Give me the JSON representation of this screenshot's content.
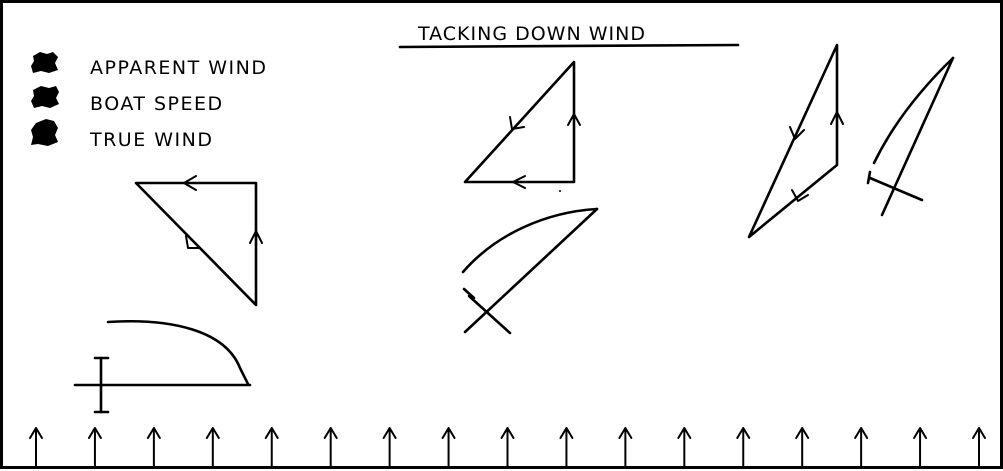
{
  "title": "TACKING DOWN WIND",
  "legend": [
    {
      "label": "APPARENT WIND"
    },
    {
      "label": "BOAT SPEED"
    },
    {
      "label": "TRUE WIND"
    }
  ],
  "wind_arrow_count": 17
}
